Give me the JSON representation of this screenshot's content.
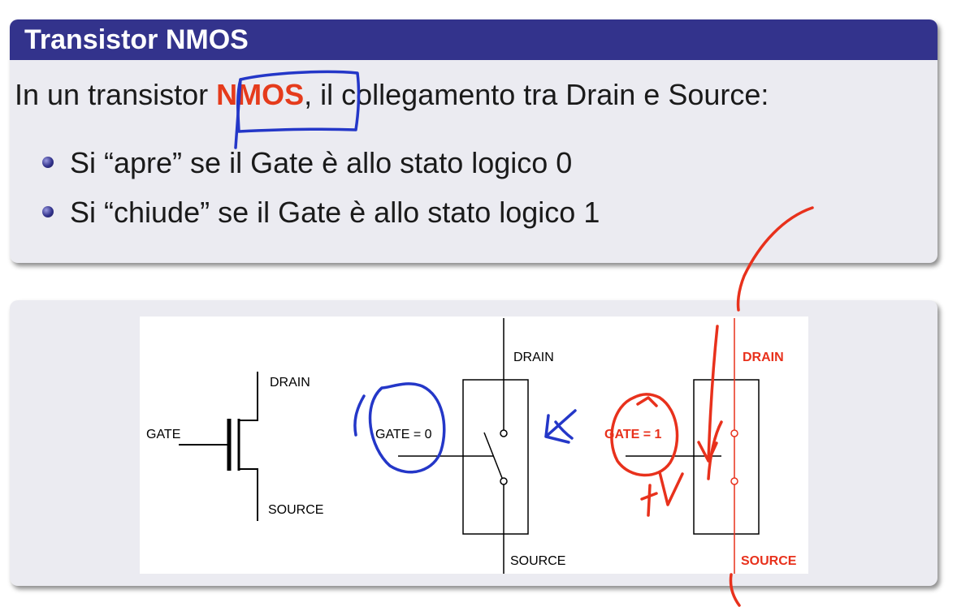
{
  "block1": {
    "title": "Transistor NMOS",
    "intro": {
      "before": "In un transistor ",
      "emph": "NMOS",
      "after": ", il collegamento tra Drain e Source:"
    },
    "bullets": [
      "Si “apre” se il Gate è allo stato logico 0",
      "Si “chiude” se il Gate è allo stato logico 1"
    ]
  },
  "figure": {
    "symbol": {
      "gate": "GATE",
      "drain": "DRAIN",
      "source": "SOURCE"
    },
    "switch_open": {
      "gate": "GATE = 0",
      "drain": "DRAIN",
      "source": "SOURCE"
    },
    "switch_closed": {
      "gate": "GATE = 1",
      "drain": "DRAIN",
      "source": "SOURCE"
    },
    "annotation": "+V"
  },
  "colors": {
    "title_bar": "#33338c",
    "block_bg": "#ebebf1",
    "accent_red": "#e53b1c",
    "ink_blue": "#2437c8",
    "ink_red": "#e8311c"
  }
}
